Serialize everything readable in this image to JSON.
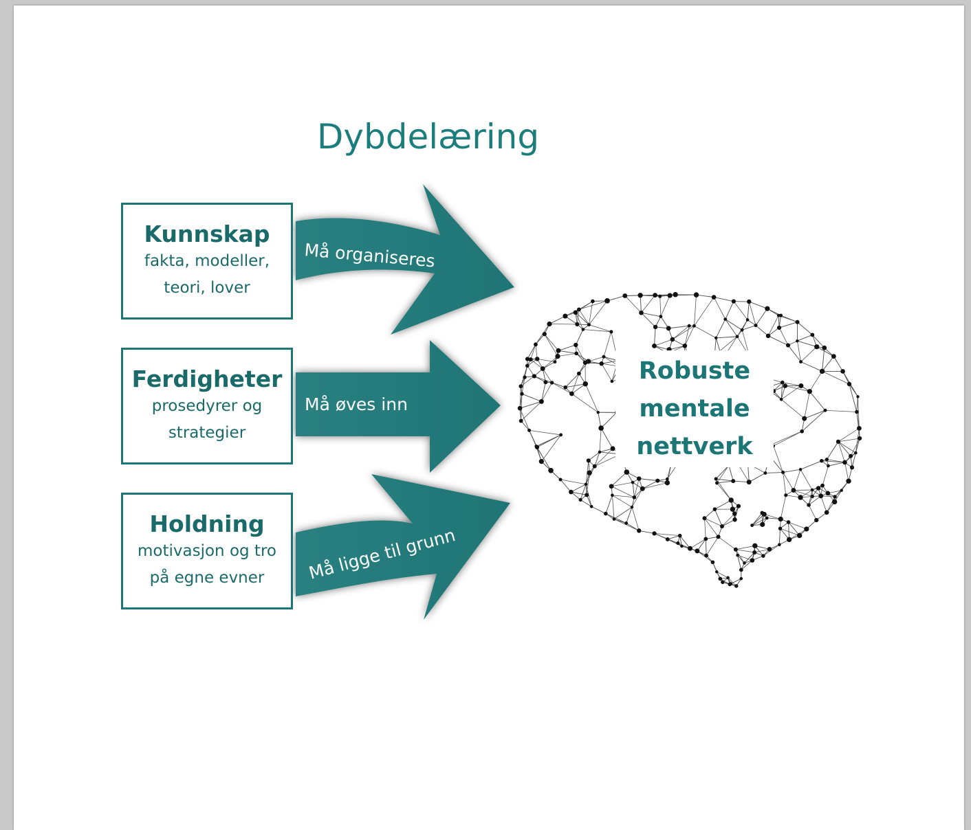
{
  "title": "Dybdelæring",
  "boxes": [
    {
      "head": "Kunnskap",
      "sub1": "fakta, modeller,",
      "sub2": "teori, lover"
    },
    {
      "head": "Ferdigheter",
      "sub1": "prosedyrer og",
      "sub2": "strategier"
    },
    {
      "head": "Holdning",
      "sub1": "motivasjon og tro",
      "sub2": "på egne evner"
    }
  ],
  "arrows": [
    "Må organiseres",
    "Må øves inn",
    "Må ligge til grunn"
  ],
  "brain": {
    "line1": "Robuste",
    "line2": "mentale",
    "line3": "nettverk"
  },
  "colors": {
    "teal": "#1b7675",
    "arrow": "#237a7a",
    "network": "#111111"
  }
}
